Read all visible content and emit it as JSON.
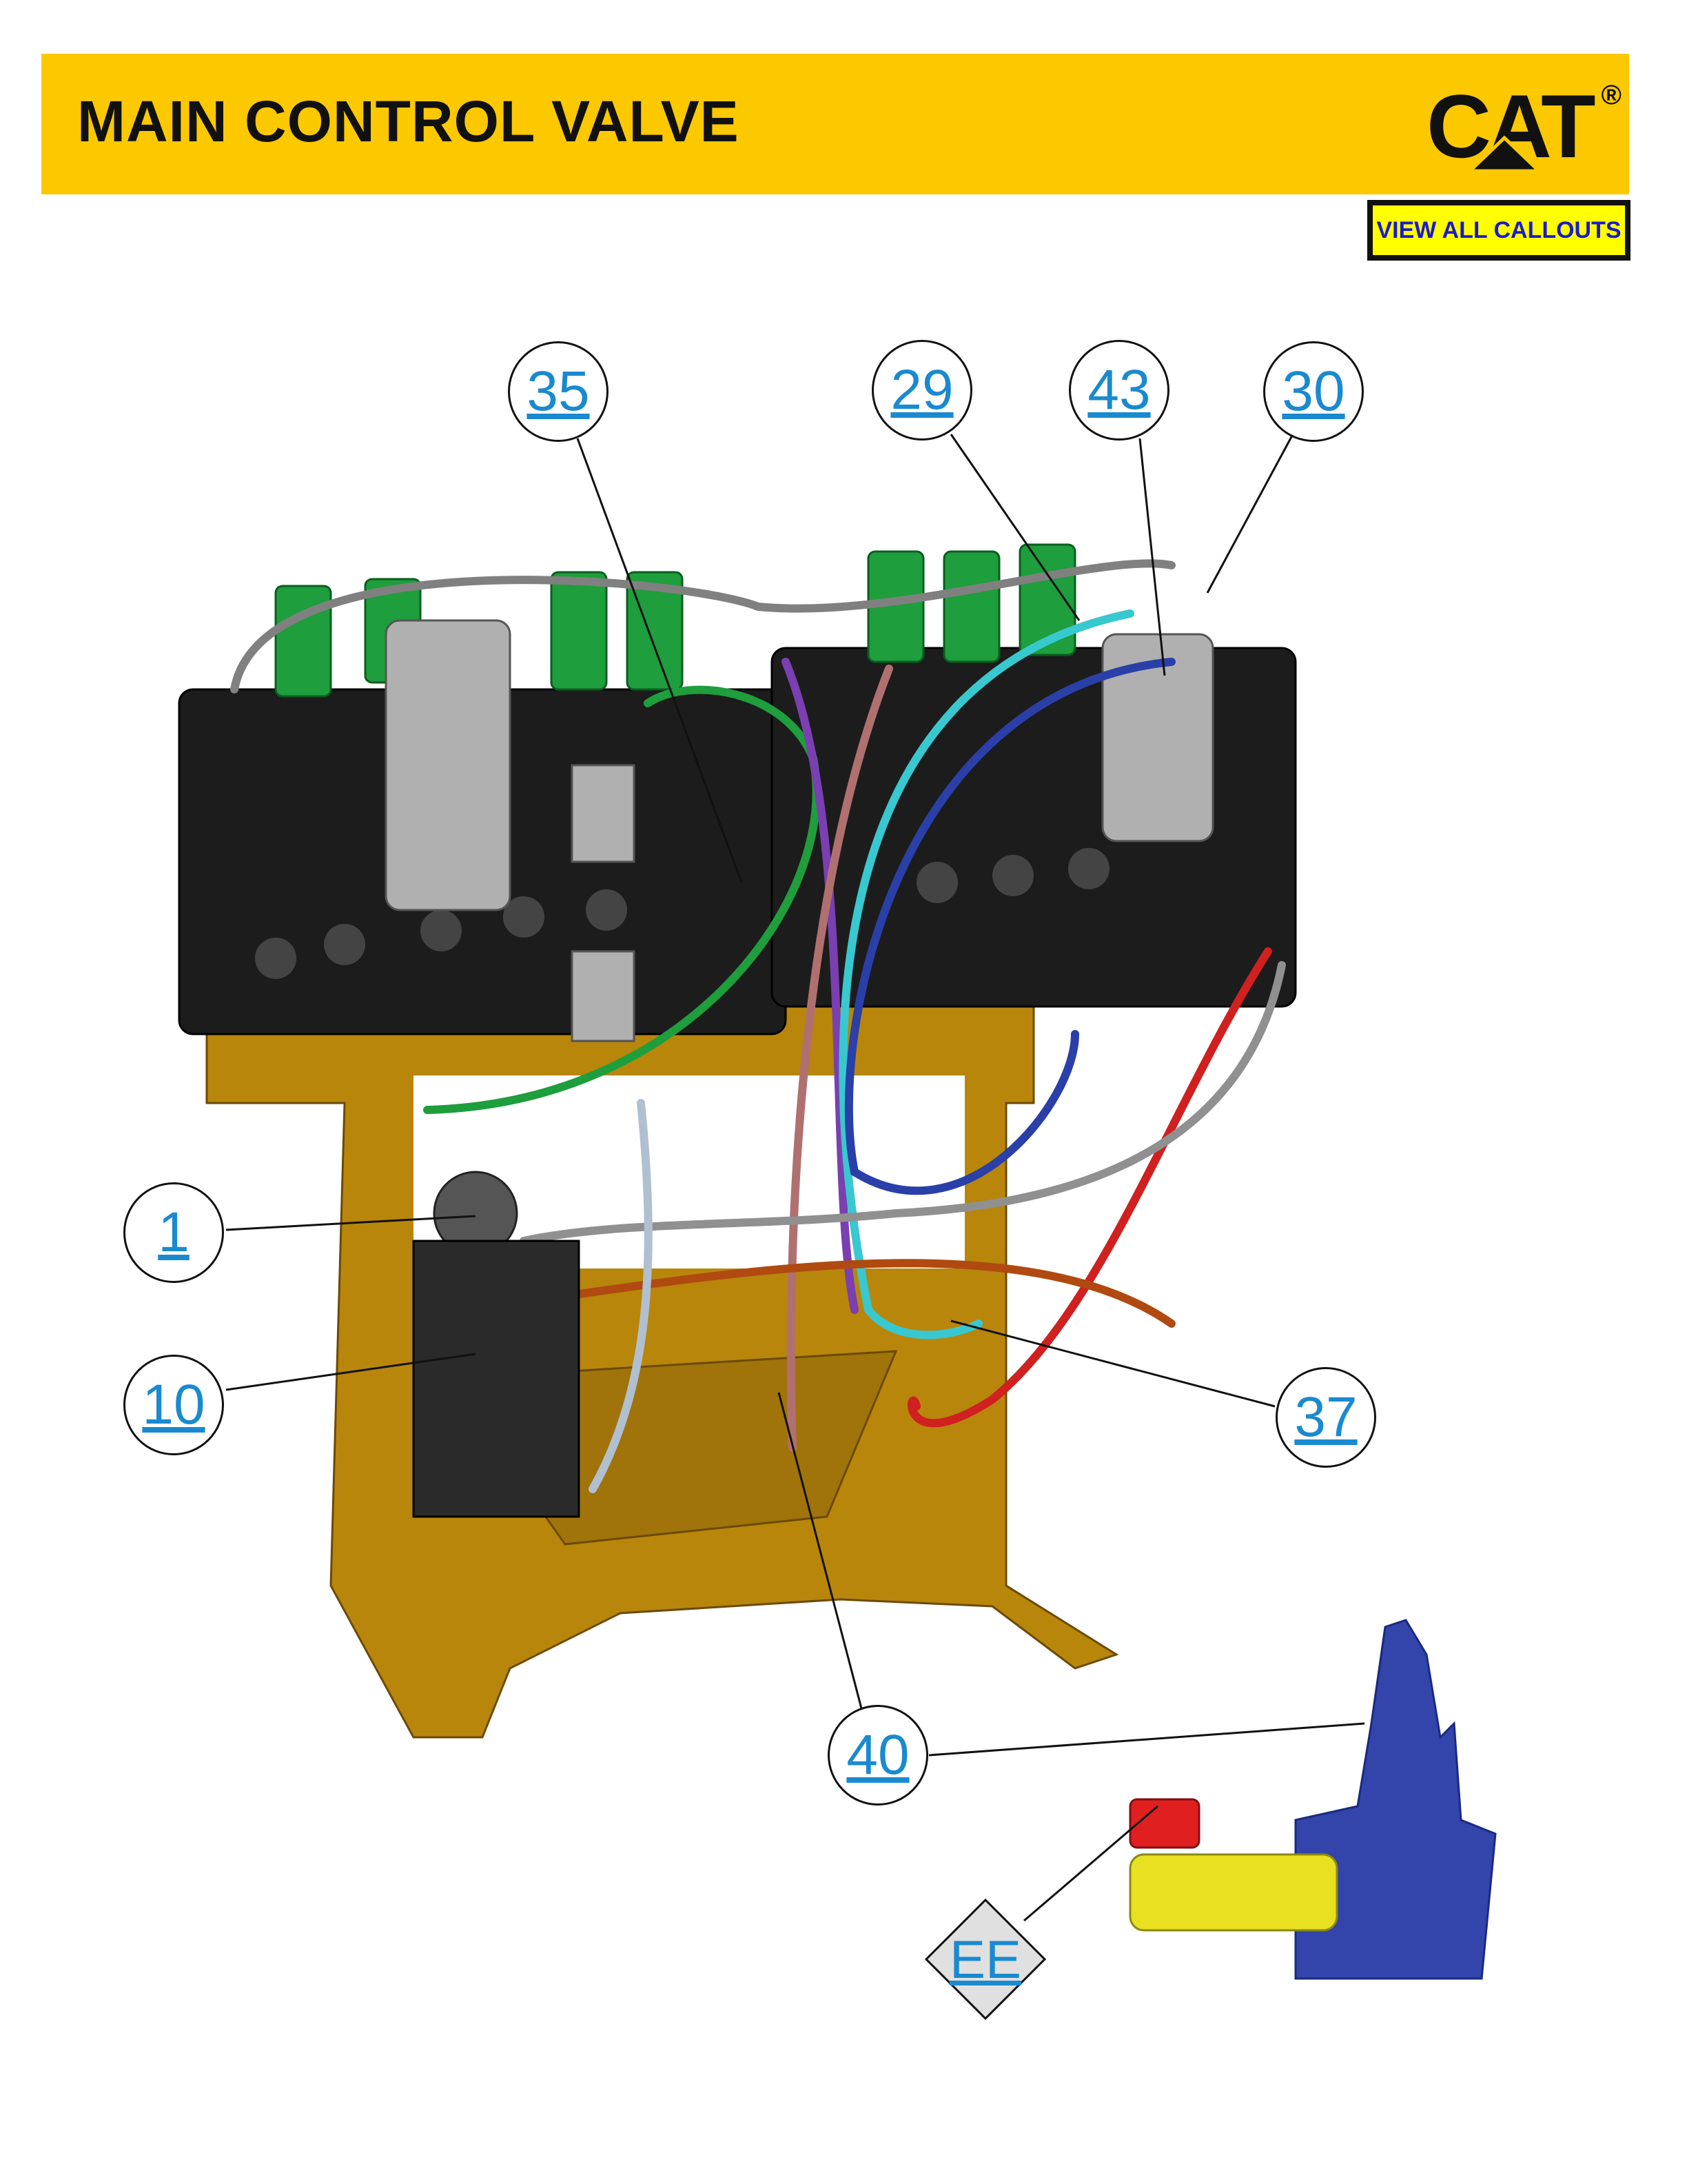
{
  "header": {
    "title": "MAIN CONTROL VALVE",
    "logo_text": "CAT",
    "logo_mark": "®"
  },
  "view_all_callouts_label": "VIEW ALL CALLOUTS",
  "callouts": [
    "35",
    "29",
    "43",
    "30",
    "1",
    "10",
    "37",
    "40"
  ],
  "section_marker": "EE",
  "colors": {
    "header": "#fcc800",
    "button": "#ffff00",
    "button_text": "#1a1ad0",
    "callout_text": "#1a8ad0"
  }
}
